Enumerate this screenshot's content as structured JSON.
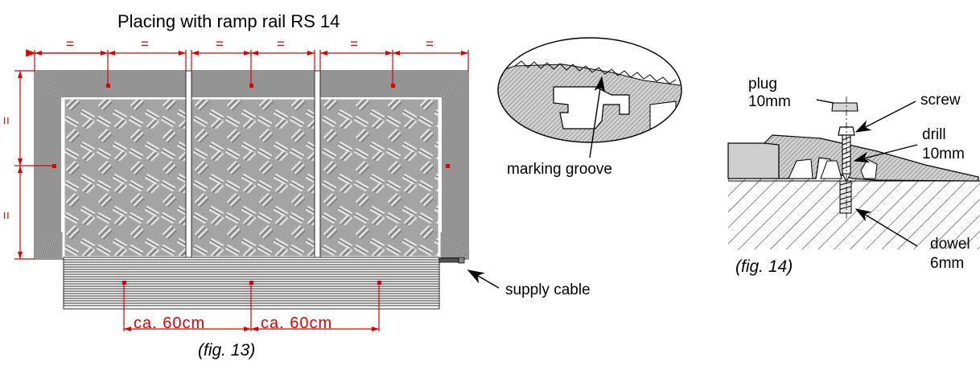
{
  "fig13": {
    "title": "Placing with ramp rail RS 14",
    "caption": "(fig. 13)",
    "equal_mark": "=",
    "vertical_equal_mark": "=",
    "spacing_label": "ca. 60cm",
    "supply_cable_label": "supply cable"
  },
  "detail": {
    "marking_groove_label": "marking groove"
  },
  "fig14": {
    "caption": "(fig. 14)",
    "plug_label": "plug",
    "plug_size": "10mm",
    "screw_label": "screw",
    "drill_label": "drill",
    "drill_size": "10mm",
    "dowel_label": "dowel",
    "dowel_size": "6mm"
  },
  "colors": {
    "dimension": "#e00000",
    "mat_fill": "#9a9a9a",
    "frame_line": "#2a2a2a"
  }
}
